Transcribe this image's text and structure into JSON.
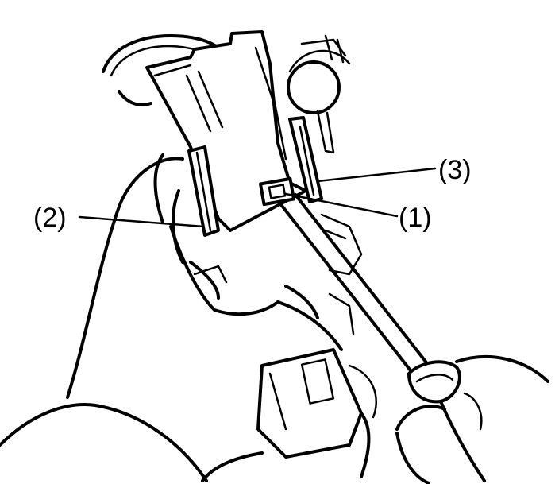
{
  "callouts": {
    "label_1": "(1)",
    "label_2": "(2)",
    "label_3": "(3)"
  },
  "colors": {
    "ink": "#000000",
    "paper": "#ffffff"
  }
}
